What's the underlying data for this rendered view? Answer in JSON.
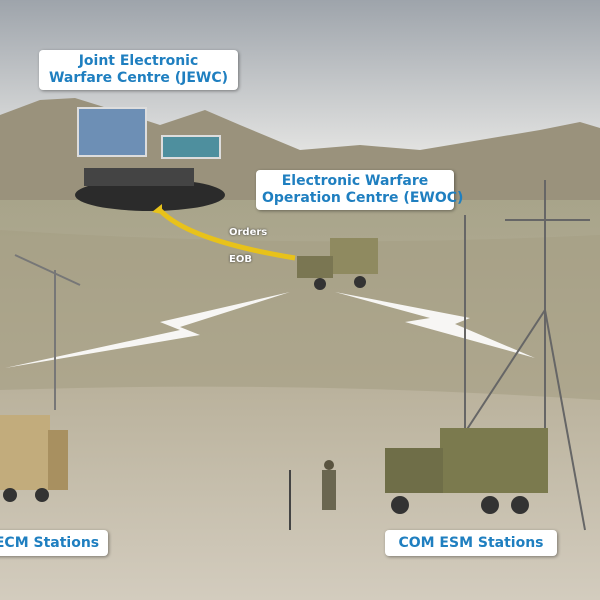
{
  "labels": {
    "jewc": [
      "Joint Electronic",
      "Warfare Centre (JEWC)"
    ],
    "ewoc": [
      "Electronic Warfare",
      "Operation Centre (EWOC)"
    ],
    "orders": "Orders",
    "eob": "EOB",
    "ecm": "ECM Stations",
    "com_esm": "COM ESM Stations"
  },
  "colors": {
    "label_text": "#1f7fc0",
    "arrow": "#e8c21a"
  }
}
